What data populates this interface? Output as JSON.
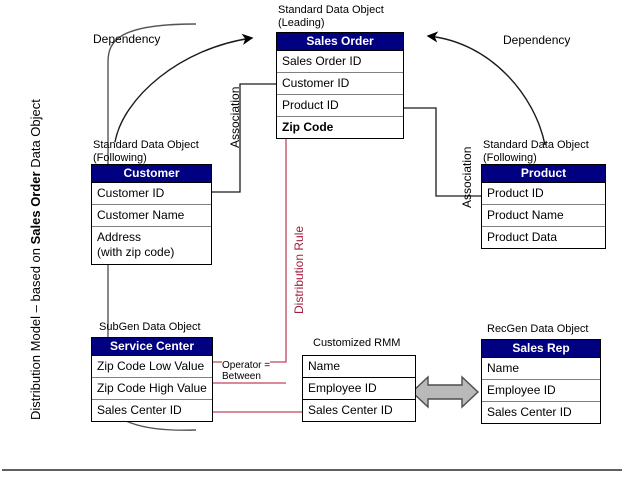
{
  "diagram": {
    "frame_label": "Distribution Model – based on ",
    "frame_label_bold": "Sales Order",
    "frame_label_tail": " Data Object",
    "distribution_rule_label": "Distribution Rule",
    "dependency_left_label": "Dependency",
    "dependency_right_label": "Dependency",
    "association_left_label": "Association",
    "association_right_label": "Association",
    "operator_label_line1": "Operator =",
    "operator_label_line2": "Between",
    "colors": {
      "header_blue": "#000080",
      "distribution_red": "#a02040",
      "arrow_grey": "#b3b3b3",
      "line_black": "#000000"
    }
  },
  "entities": {
    "sales_order": {
      "caption_line1": "Standard Data Object",
      "caption_line2": "(Leading)",
      "title": "Sales Order",
      "rows": [
        "Sales Order ID",
        "Customer ID",
        "Product ID",
        "Zip Code"
      ]
    },
    "customer": {
      "caption_line1": "Standard Data Object",
      "caption_line2": "(Following)",
      "title": "Customer",
      "rows": [
        "Customer ID",
        "Customer Name",
        "Address\n(with zip code)"
      ],
      "row_address_line1": "Address",
      "row_address_line2": "(with zip code)"
    },
    "product": {
      "caption_line1": "Standard Data Object",
      "caption_line2": "(Following)",
      "title": "Product",
      "rows": [
        "Product ID",
        "Product Name",
        "Product Data"
      ]
    },
    "service_center": {
      "caption_line1": "SubGen Data Object",
      "title": "Service Center",
      "rows": [
        "Zip Code Low Value",
        "Zip Code High Value",
        "Sales Center ID"
      ]
    },
    "customized_rmm": {
      "caption_line1": "Customized RMM",
      "rows": [
        "Name",
        "Employee ID",
        "Sales Center ID"
      ]
    },
    "sales_rep": {
      "caption_line1": "RecGen Data Object",
      "title": "Sales Rep",
      "rows": [
        "Name",
        "Employee ID",
        "Sales Center ID"
      ]
    }
  }
}
